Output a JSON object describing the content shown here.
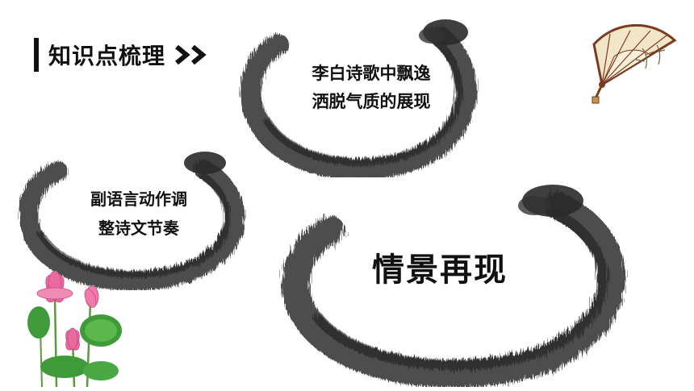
{
  "header": {
    "title": "知识点梳理",
    "arrow_icon": "double-chevron-right-icon"
  },
  "circles": [
    {
      "lines": [
        "李白诗歌中飘逸",
        "洒脱气质的展现"
      ]
    },
    {
      "lines": [
        "副语言动作调",
        "整诗文节奏"
      ]
    },
    {
      "lines": [
        "情景再现"
      ]
    }
  ],
  "decorations": {
    "fan_icon": "folding-fan-icon",
    "lotus_icon": "lotus-flower-icon",
    "brush_icon": "ink-brush-circle-icon"
  },
  "colors": {
    "ink": "#2a2a2a",
    "text": "#111111",
    "fan_paper": "#f3e6c8",
    "fan_frame": "#7a3b22",
    "lotus_pink": "#e86aa0",
    "leaf_green": "#3f9b3a"
  }
}
